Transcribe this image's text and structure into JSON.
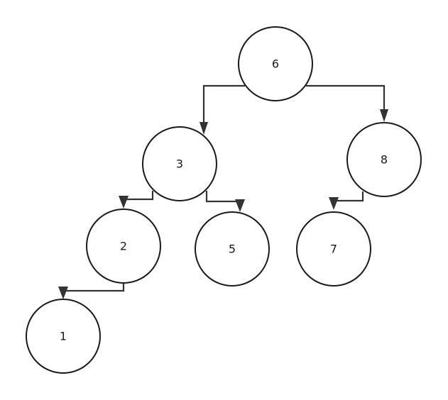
{
  "tree": {
    "nodes": [
      {
        "id": "n6",
        "label": "6"
      },
      {
        "id": "n3",
        "label": "3"
      },
      {
        "id": "n8",
        "label": "8"
      },
      {
        "id": "n2",
        "label": "2"
      },
      {
        "id": "n5",
        "label": "5"
      },
      {
        "id": "n7",
        "label": "7"
      },
      {
        "id": "n1",
        "label": "1"
      }
    ],
    "edges": [
      {
        "from": "6",
        "to": "3"
      },
      {
        "from": "6",
        "to": "8"
      },
      {
        "from": "3",
        "to": "2"
      },
      {
        "from": "3",
        "to": "5"
      },
      {
        "from": "8",
        "to": "7"
      },
      {
        "from": "2",
        "to": "1"
      }
    ]
  },
  "colors": {
    "node_stroke": "#1a1a1a",
    "edge": "#333333",
    "background": "#ffffff"
  }
}
